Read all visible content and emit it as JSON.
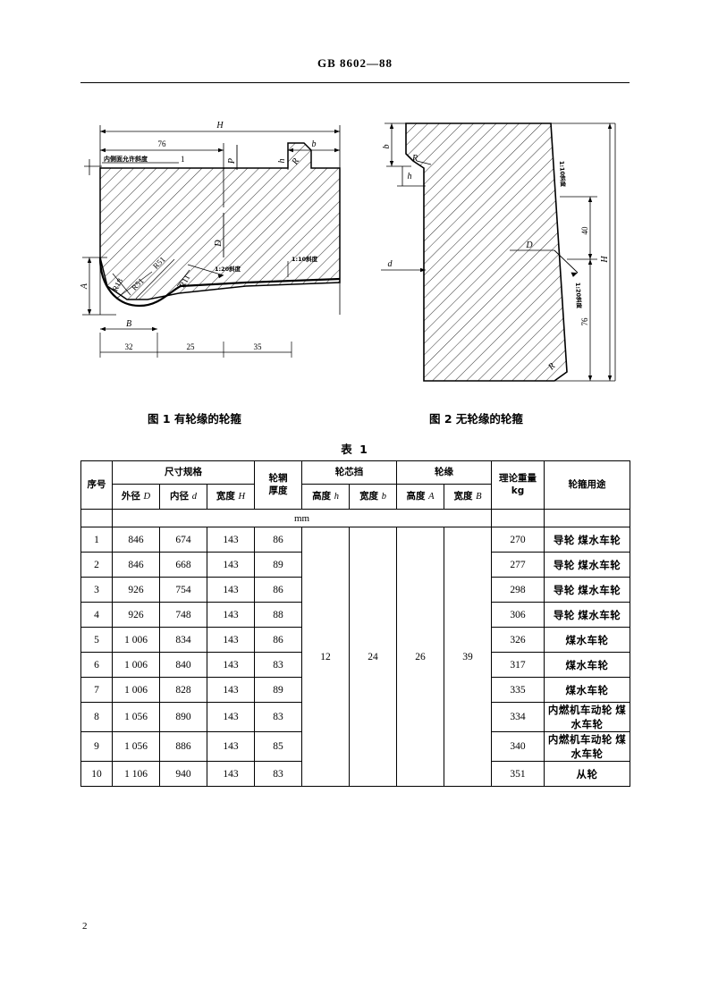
{
  "header": {
    "standard_code": "GB 8602—88"
  },
  "page": {
    "number": "2"
  },
  "figures": [
    {
      "id": "fig1",
      "caption": "图 1  有轮缘的轮箍",
      "note": "内侧面允许斜度",
      "note_value": "1",
      "labels": {
        "H": "H",
        "top_76": "76",
        "b": "b",
        "P": "P",
        "D": "D",
        "h": "h",
        "R_fillet": "R",
        "A": "A",
        "B": "B",
        "R51_upper": "R51",
        "R51_lower": "R51",
        "R11": "R11",
        "R18": "R18",
        "taper_1_20": "1:20斜度",
        "taper_1_10": "1:10斜度",
        "dim_32": "32",
        "dim_25": "25",
        "dim_35": "35"
      }
    },
    {
      "id": "fig2",
      "caption": "图 2  无轮缘的轮箍",
      "labels": {
        "b": "b",
        "R_top": "R",
        "h": "h",
        "D": "D",
        "d": "d",
        "H": "H",
        "dim_40": "40",
        "dim_76": "76",
        "taper_1_10": "1:10斜度",
        "taper_1_20": "1:20斜度",
        "R_bottom": "R"
      }
    }
  ],
  "table": {
    "title": "表 1",
    "unit": "mm",
    "headers": {
      "seq": "序号",
      "group_size": "尺寸规格",
      "outer_diameter": {
        "cn": "外径",
        "sym": "D"
      },
      "inner_diameter": {
        "cn": "内径",
        "sym": "d"
      },
      "width": {
        "cn": "宽度",
        "sym": "H"
      },
      "rim_thickness": "轮辋\n厚度",
      "rim_thickness_l1": "轮辋",
      "rim_thickness_l2": "厚度",
      "group_hub_stop": "轮芯挡",
      "hub_height": {
        "cn": "高度",
        "sym": "h"
      },
      "hub_width": {
        "cn": "宽度",
        "sym": "b"
      },
      "group_flange": "轮缘",
      "flange_height": {
        "cn": "高度",
        "sym": "A"
      },
      "flange_width": {
        "cn": "宽度",
        "sym": "B"
      },
      "theoretical_weight_l1": "理论重量",
      "theoretical_weight_l2": "kg",
      "usage": "轮箍用途"
    },
    "merged": {
      "hub_height": "12",
      "hub_width": "24",
      "flange_height": "26",
      "flange_width": "39"
    },
    "rows": [
      {
        "seq": "1",
        "outer_diameter": "846",
        "inner_diameter": "674",
        "width": "143",
        "rim_thickness": "86",
        "theoretical_weight": "270",
        "usage": "导轮  煤水车轮"
      },
      {
        "seq": "2",
        "outer_diameter": "846",
        "inner_diameter": "668",
        "width": "143",
        "rim_thickness": "89",
        "theoretical_weight": "277",
        "usage": "导轮  煤水车轮"
      },
      {
        "seq": "3",
        "outer_diameter": "926",
        "inner_diameter": "754",
        "width": "143",
        "rim_thickness": "86",
        "theoretical_weight": "298",
        "usage": "导轮  煤水车轮"
      },
      {
        "seq": "4",
        "outer_diameter": "926",
        "inner_diameter": "748",
        "width": "143",
        "rim_thickness": "88",
        "theoretical_weight": "306",
        "usage": "导轮  煤水车轮"
      },
      {
        "seq": "5",
        "outer_diameter": "1 006",
        "inner_diameter": "834",
        "width": "143",
        "rim_thickness": "86",
        "theoretical_weight": "326",
        "usage": "煤水车轮"
      },
      {
        "seq": "6",
        "outer_diameter": "1 006",
        "inner_diameter": "840",
        "width": "143",
        "rim_thickness": "83",
        "theoretical_weight": "317",
        "usage": "煤水车轮"
      },
      {
        "seq": "7",
        "outer_diameter": "1 006",
        "inner_diameter": "828",
        "width": "143",
        "rim_thickness": "89",
        "theoretical_weight": "335",
        "usage": "煤水车轮"
      },
      {
        "seq": "8",
        "outer_diameter": "1 056",
        "inner_diameter": "890",
        "width": "143",
        "rim_thickness": "83",
        "theoretical_weight": "334",
        "usage": "内燃机车动轮  煤水车轮"
      },
      {
        "seq": "9",
        "outer_diameter": "1 056",
        "inner_diameter": "886",
        "width": "143",
        "rim_thickness": "85",
        "theoretical_weight": "340",
        "usage": "内燃机车动轮  煤水车轮"
      },
      {
        "seq": "10",
        "outer_diameter": "1 106",
        "inner_diameter": "940",
        "width": "143",
        "rim_thickness": "83",
        "theoretical_weight": "351",
        "usage": "从轮"
      }
    ]
  }
}
